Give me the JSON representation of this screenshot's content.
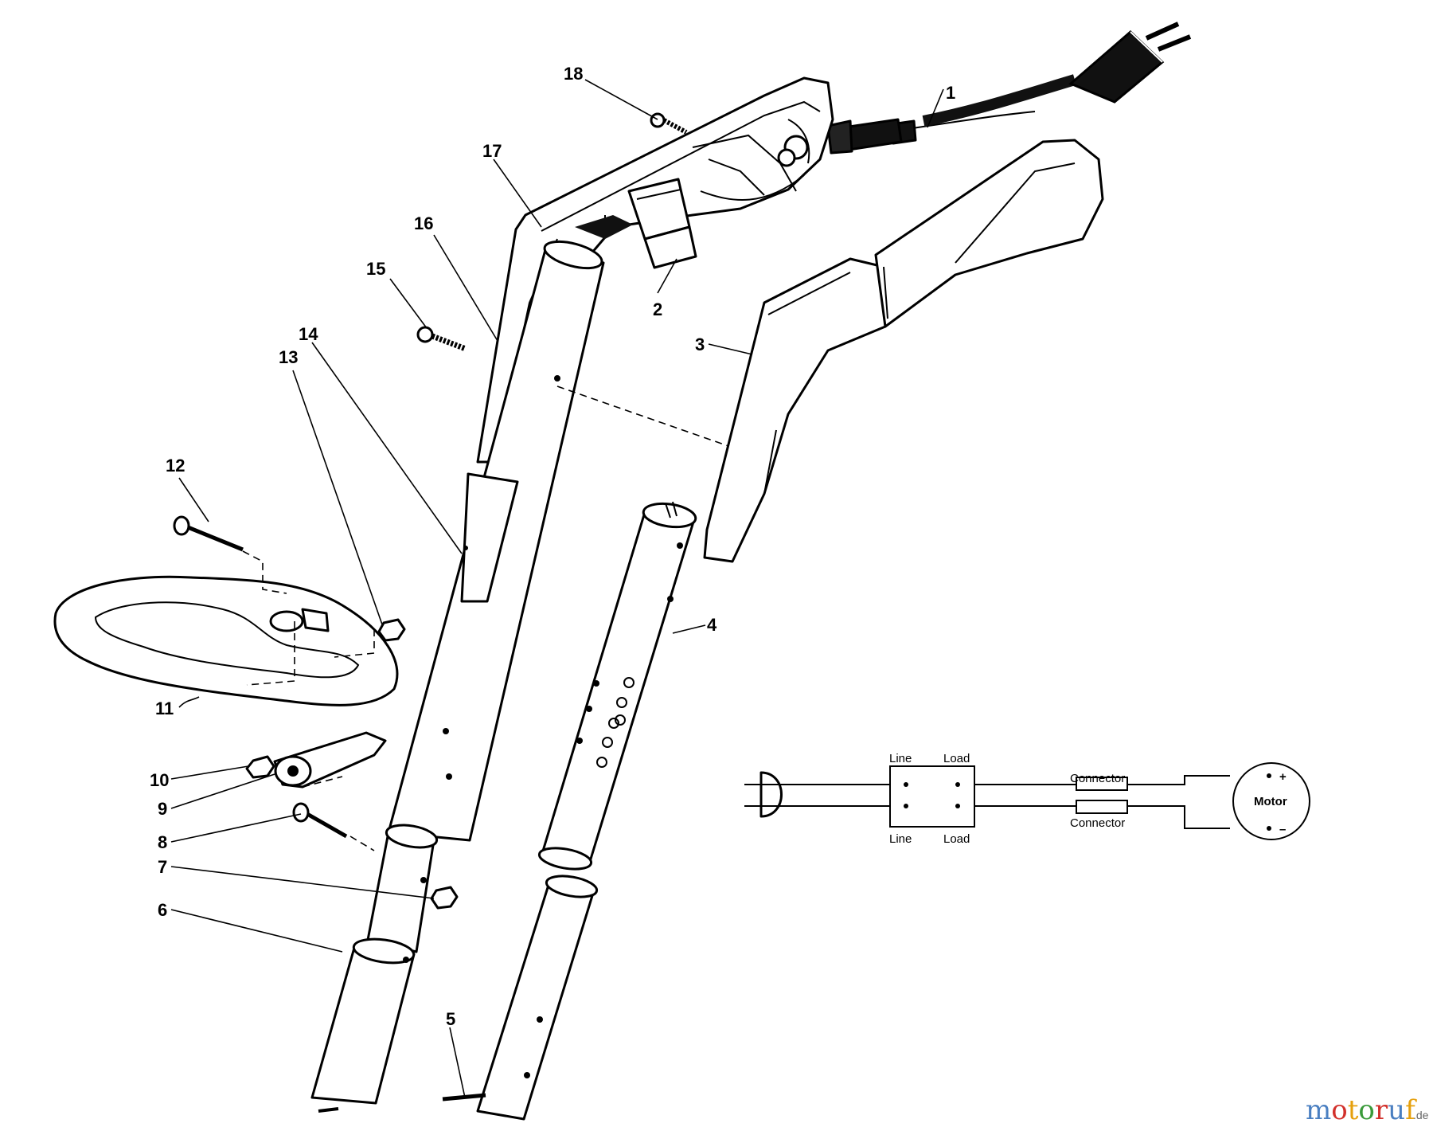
{
  "diagram": {
    "callouts": [
      "1",
      "2",
      "3",
      "4",
      "5",
      "6",
      "7",
      "8",
      "9",
      "10",
      "11",
      "12",
      "13",
      "14",
      "15",
      "16",
      "17",
      "18"
    ],
    "wiring": {
      "switch_top_left": "Line",
      "switch_top_right": "Load",
      "switch_bottom_left": "Line",
      "switch_bottom_right": "Load",
      "connector_top": "Connector",
      "connector_bottom": "Connector",
      "motor": "Motor",
      "motor_plus": "+",
      "motor_minus": "–"
    }
  },
  "watermark": {
    "text": "motoruf",
    "suffix": ".de",
    "letter_colors": [
      "#4a7fc1",
      "#d2312c",
      "#e5a00d",
      "#3a9a3a",
      "#d2312c",
      "#4a7fc1",
      "#e5a00d"
    ]
  }
}
